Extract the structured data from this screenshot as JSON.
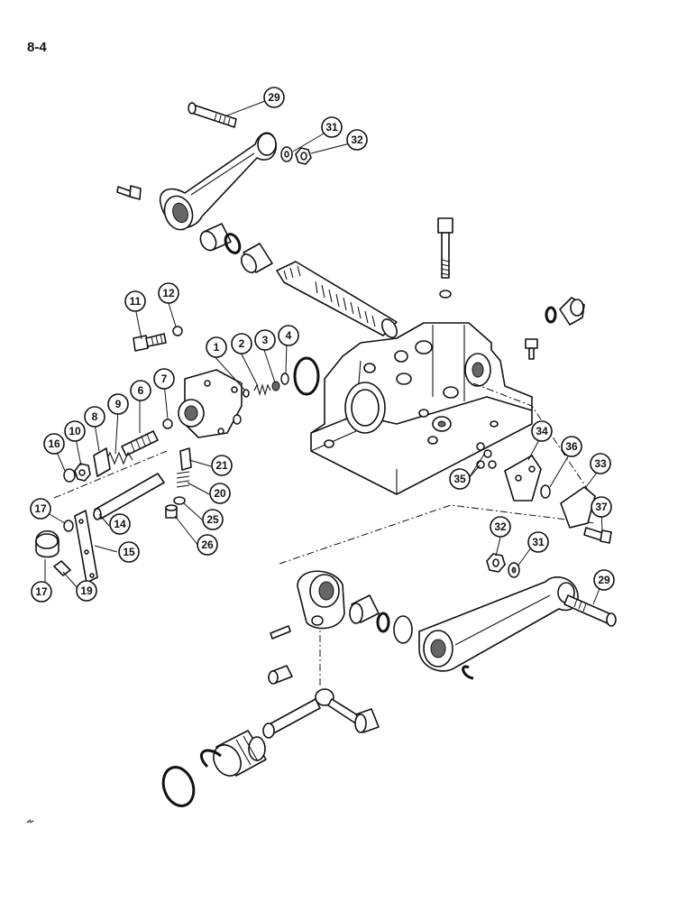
{
  "page": {
    "label": "8-4"
  },
  "callouts": [
    "1",
    "2",
    "3",
    "4",
    "6",
    "7",
    "8",
    "9",
    "10",
    "11",
    "12",
    "14",
    "15",
    "16",
    "17",
    "17",
    "19",
    "20",
    "21",
    "25",
    "26",
    "29",
    "29",
    "31",
    "31",
    "32",
    "32",
    "33",
    "34",
    "35",
    "36",
    "37"
  ]
}
